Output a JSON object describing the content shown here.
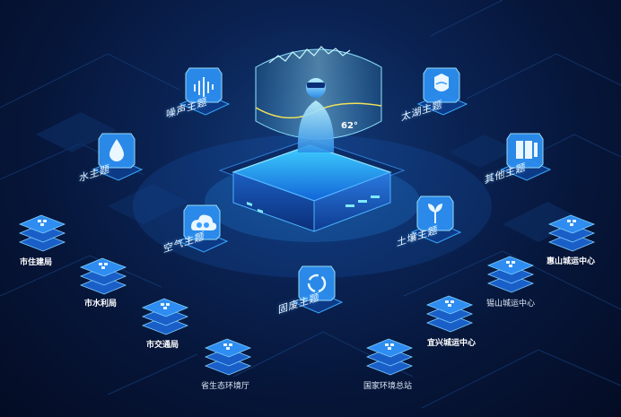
{
  "hub": {
    "gauge_value": "62°"
  },
  "themes": [
    {
      "id": "noise",
      "label": "噪声主题",
      "icon": "waveform-icon"
    },
    {
      "id": "lake",
      "label": "太湖主题",
      "icon": "lake-shield-icon"
    },
    {
      "id": "water",
      "label": "水主题",
      "icon": "water-drop-icon"
    },
    {
      "id": "other",
      "label": "其他主题",
      "icon": "stack-icon"
    },
    {
      "id": "air",
      "label": "空气主题",
      "icon": "cloud-icon"
    },
    {
      "id": "soil",
      "label": "土壤主题",
      "icon": "sprout-icon"
    },
    {
      "id": "solid-waste",
      "label": "固废主题",
      "icon": "recycle-icon"
    }
  ],
  "agencies": [
    {
      "id": "city-construction",
      "label": "市住建局"
    },
    {
      "id": "city-water",
      "label": "市水利局"
    },
    {
      "id": "city-transport",
      "label": "市交通局"
    },
    {
      "id": "province-eco",
      "label": "省生态环境厅"
    },
    {
      "id": "national-station",
      "label": "国家环境总站"
    },
    {
      "id": "yixing-center",
      "label": "宜兴城运中心"
    },
    {
      "id": "xishan-center",
      "label": "锡山城运中心"
    },
    {
      "id": "huishan-center",
      "label": "惠山城运中心"
    }
  ],
  "colors": {
    "background": "#061538",
    "accent": "#2fa8ff",
    "glow": "#5fd4ff"
  }
}
